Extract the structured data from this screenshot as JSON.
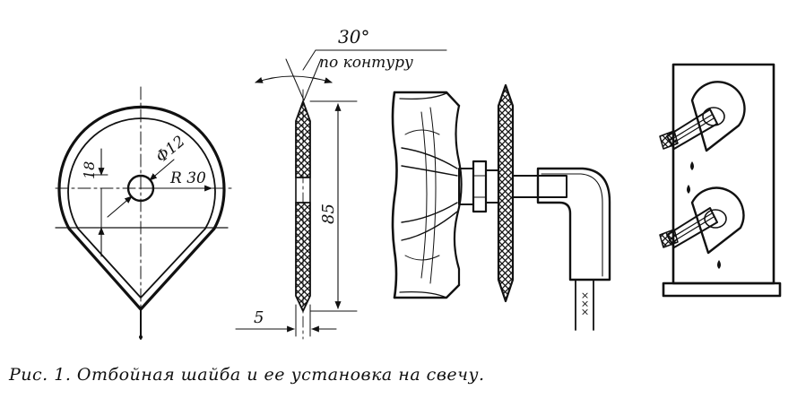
{
  "figure": {
    "labels": {
      "height_dim": "18",
      "hole_dim": "Φ12",
      "radius_dim": "R 30",
      "angle_dim": "30°",
      "contour_note": "по контуру",
      "length_dim": "85",
      "thickness_dim": "5",
      "wire_marks": "×××"
    }
  },
  "caption": "Рис. 1. Отбойная шайба и ее установка на свечу."
}
